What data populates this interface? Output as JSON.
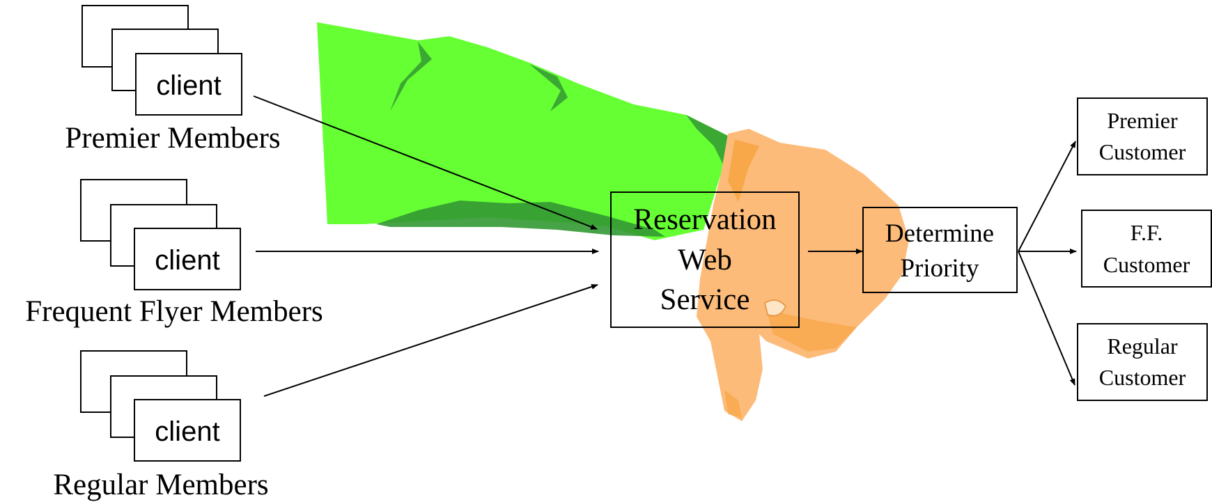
{
  "groups": [
    {
      "client_label": "client",
      "member_label": "Premier Members"
    },
    {
      "client_label": "client",
      "member_label": "Frequent Flyer Members"
    },
    {
      "client_label": "client",
      "member_label": "Regular Members"
    }
  ],
  "service": {
    "line1": "Reservation",
    "line2": "Web",
    "line3": "Service"
  },
  "priority": {
    "line1": "Determine",
    "line2": "Priority"
  },
  "outputs": [
    {
      "line1": "Premier",
      "line2": "Customer"
    },
    {
      "line1": "F.F.",
      "line2": "Customer"
    },
    {
      "line1": "Regular",
      "line2": "Customer"
    }
  ],
  "illustration": {
    "icon": "thumbs-down-hand-icon",
    "sleeve_color": "#66ff33",
    "sleeve_shade_color": "#339933",
    "skin_color": "#fdbb7a",
    "skin_shade_color": "#f6a23a"
  }
}
